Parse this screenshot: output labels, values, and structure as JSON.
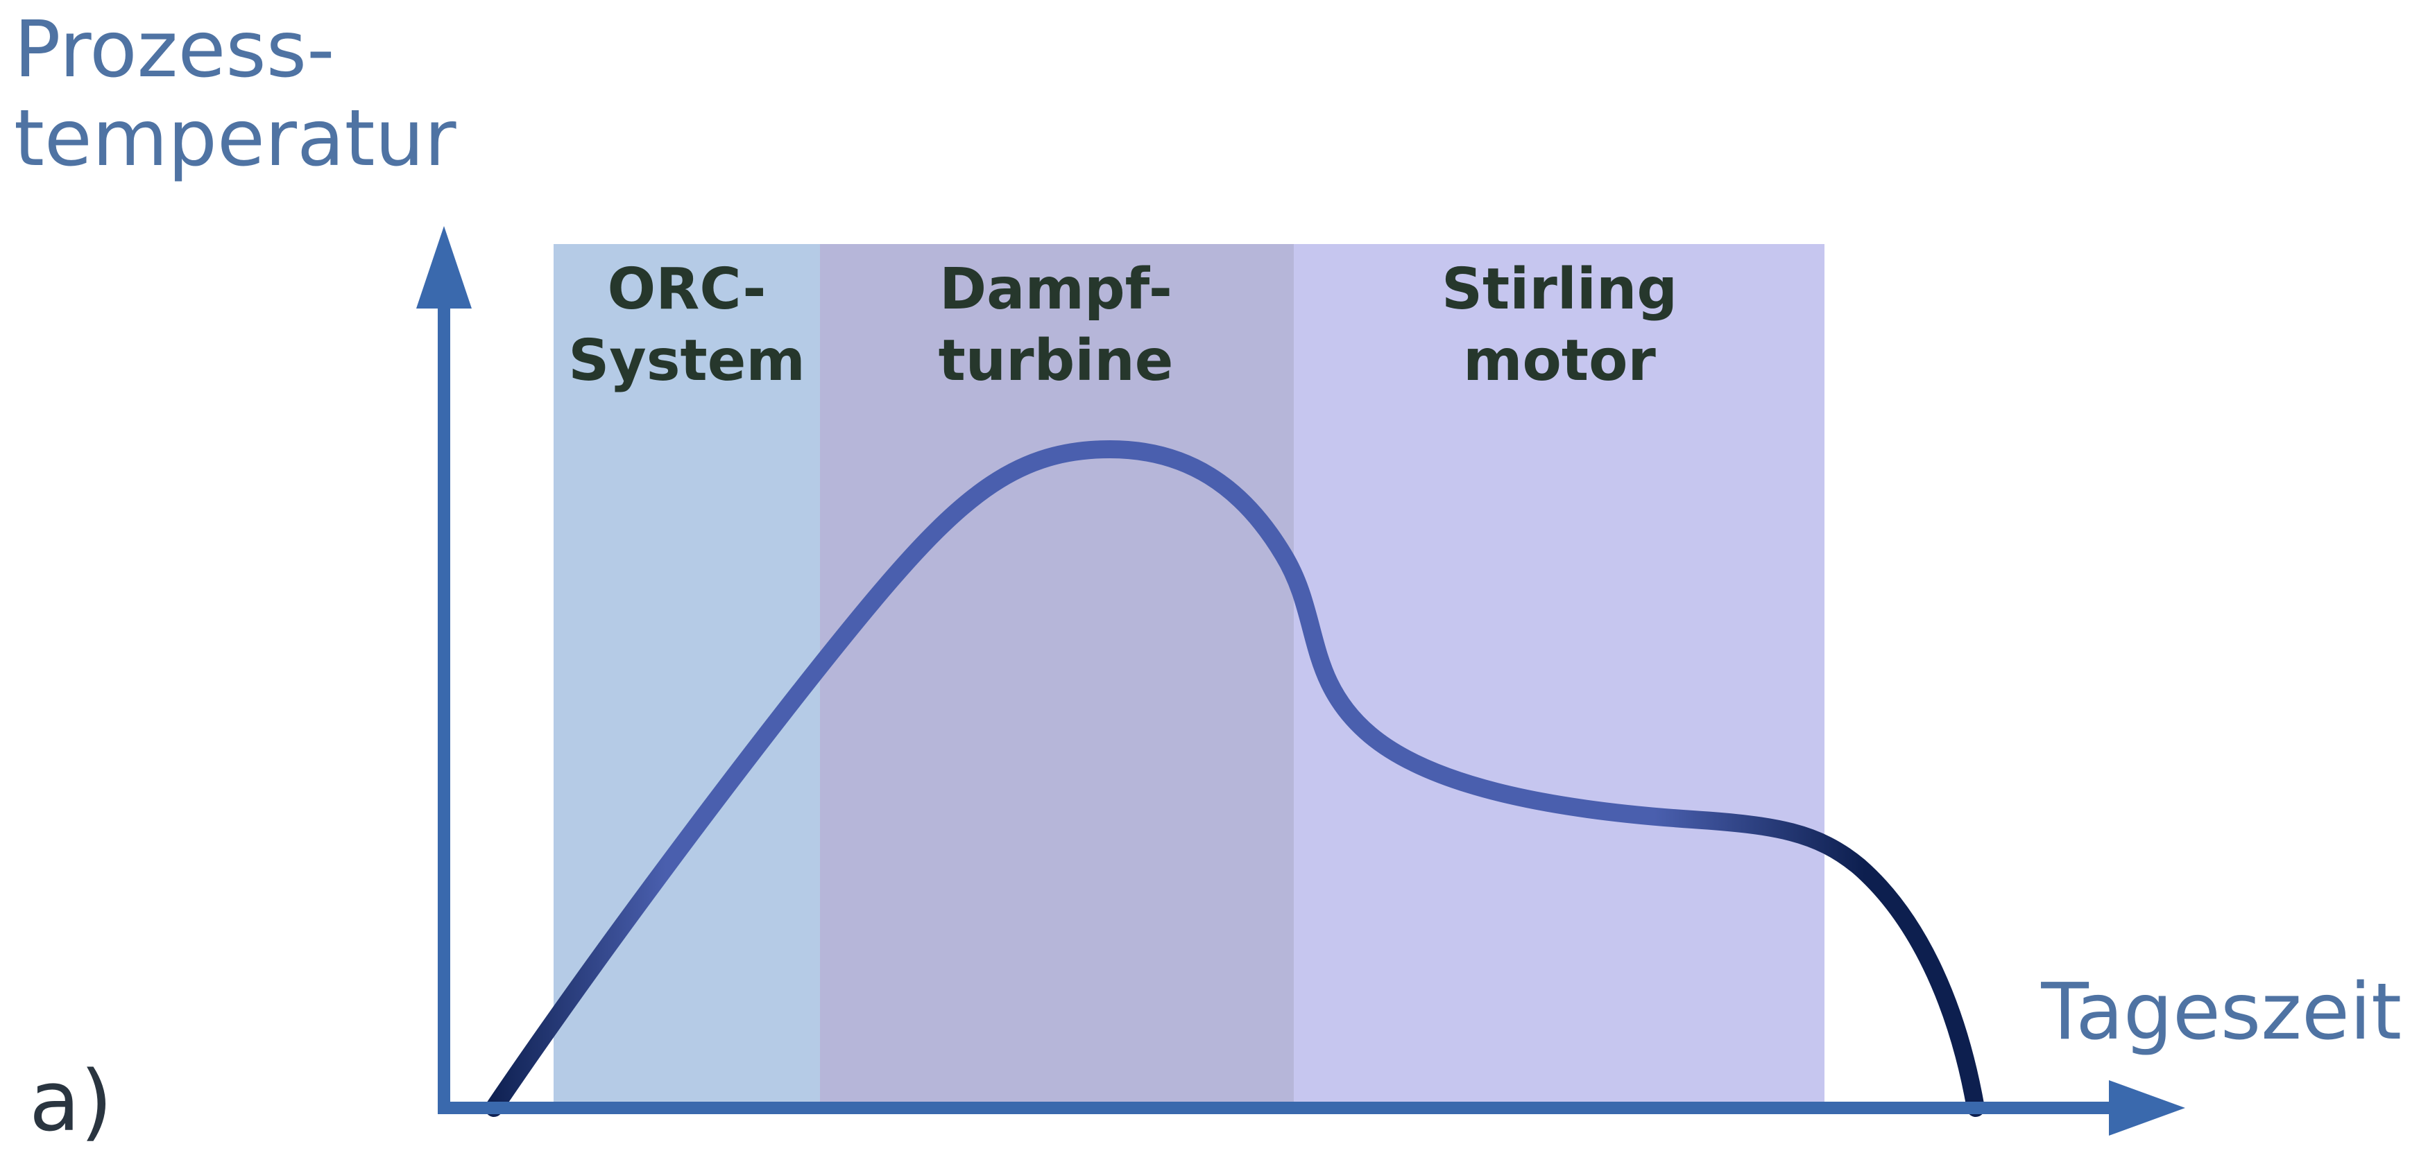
{
  "y_axis": {
    "label_line1": "Prozess-",
    "label_line2": "temperatur"
  },
  "x_axis": {
    "label": "Tageszeit"
  },
  "panel_label": "a)",
  "regions": [
    {
      "label_line1": "ORC-",
      "label_line2": "System",
      "color": "#b5cbe6"
    },
    {
      "label_line1": "Dampf-",
      "label_line2": "turbine",
      "color": "#b6b6d9"
    },
    {
      "label_line1": "Stirling",
      "label_line2": "motor",
      "color": "#c6c6ef"
    }
  ],
  "colors": {
    "axis": "#3a69ad",
    "axis_text": "#4f73a3",
    "region_text": "#26372c",
    "curve_mid": "#4a5fae",
    "curve_dark": "#0d1f4f",
    "panel_text": "#2a3540"
  }
}
